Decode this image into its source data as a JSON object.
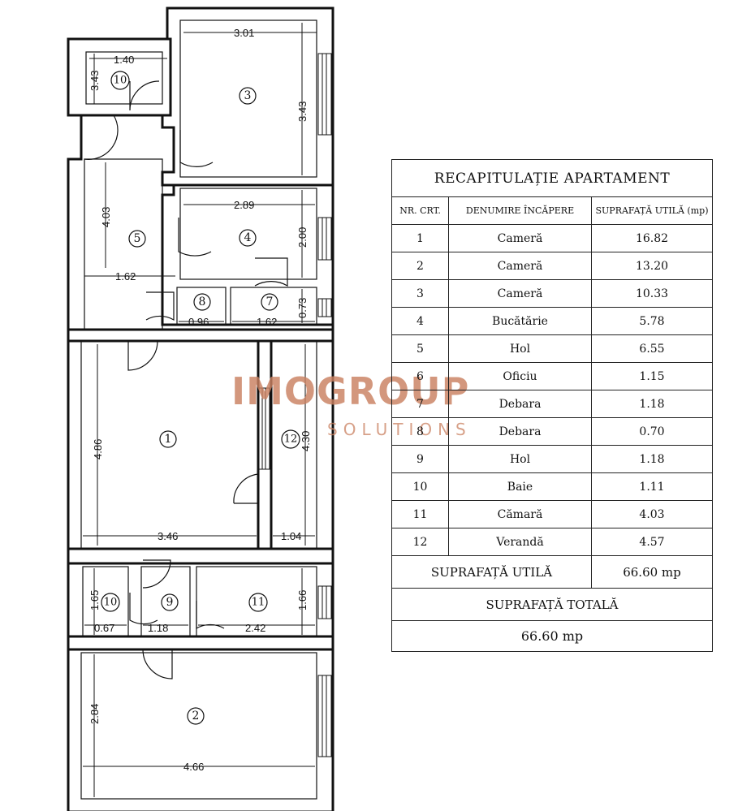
{
  "rooms": [
    {
      "id": "room-1",
      "label": "1"
    },
    {
      "id": "room-2",
      "label": "2"
    },
    {
      "id": "room-3",
      "label": "3"
    },
    {
      "id": "room-4",
      "label": "4"
    },
    {
      "id": "room-5",
      "label": "5"
    },
    {
      "id": "room-7",
      "label": "7"
    },
    {
      "id": "room-8",
      "label": "8"
    },
    {
      "id": "room-9",
      "label": "9"
    },
    {
      "id": "room-10-top",
      "label": "10"
    },
    {
      "id": "room-10-bottom",
      "label": "10"
    },
    {
      "id": "room-11",
      "label": "11"
    },
    {
      "id": "room-12",
      "label": "12"
    }
  ],
  "dimensions": {
    "d_3_01": "3.01",
    "d_3_43_a": "3.43",
    "d_1_40": "1.40",
    "d_3_43_b": "3.43",
    "d_4_03": "4.03",
    "d_2_89": "2.89",
    "d_2_00": "2.00",
    "d_1_62_a": "1.62",
    "d_0_96": "0.96",
    "d_1_62_b": "1.62",
    "d_0_73": "0.73",
    "d_4_86": "4.86",
    "d_3_46": "3.46",
    "d_1_04": "1.04",
    "d_4_30": "4.30",
    "d_1_65": "1.65",
    "d_0_67": "0.67",
    "d_1_18": "1.18",
    "d_2_42": "2.42",
    "d_1_66": "1.66",
    "d_2_84": "2.84",
    "d_4_66": "4.66"
  },
  "watermark": {
    "brand": "IMOGROUP",
    "sub": "SOLUTIONS"
  },
  "table": {
    "title": "RECAPITULAȚIE APARTAMENT",
    "headers": [
      "NR. CRT.",
      "DENUMIRE ÎNCĂPERE",
      "SUPRAFAȚĂ UTILĂ (mp)"
    ],
    "rows": [
      {
        "nr": "1",
        "name": "Cameră",
        "area": "16.82"
      },
      {
        "nr": "2",
        "name": "Cameră",
        "area": "13.20"
      },
      {
        "nr": "3",
        "name": "Cameră",
        "area": "10.33"
      },
      {
        "nr": "4",
        "name": "Bucătărie",
        "area": "5.78"
      },
      {
        "nr": "5",
        "name": "Hol",
        "area": "6.55"
      },
      {
        "nr": "6",
        "name": "Oficiu",
        "area": "1.15"
      },
      {
        "nr": "7",
        "name": "Debara",
        "area": "1.18"
      },
      {
        "nr": "8",
        "name": "Debara",
        "area": "0.70"
      },
      {
        "nr": "9",
        "name": "Hol",
        "area": "1.18"
      },
      {
        "nr": "10",
        "name": "Baie",
        "area": "1.11"
      },
      {
        "nr": "11",
        "name": "Cămară",
        "area": "4.03"
      },
      {
        "nr": "12",
        "name": "Verandă",
        "area": "4.57"
      }
    ],
    "useful_label": "SUPRAFAȚĂ UTILĂ",
    "useful_value": "66.60 mp",
    "total_label": "SUPRAFAȚĂ TOTALĂ",
    "total_value": "66.60 mp"
  }
}
